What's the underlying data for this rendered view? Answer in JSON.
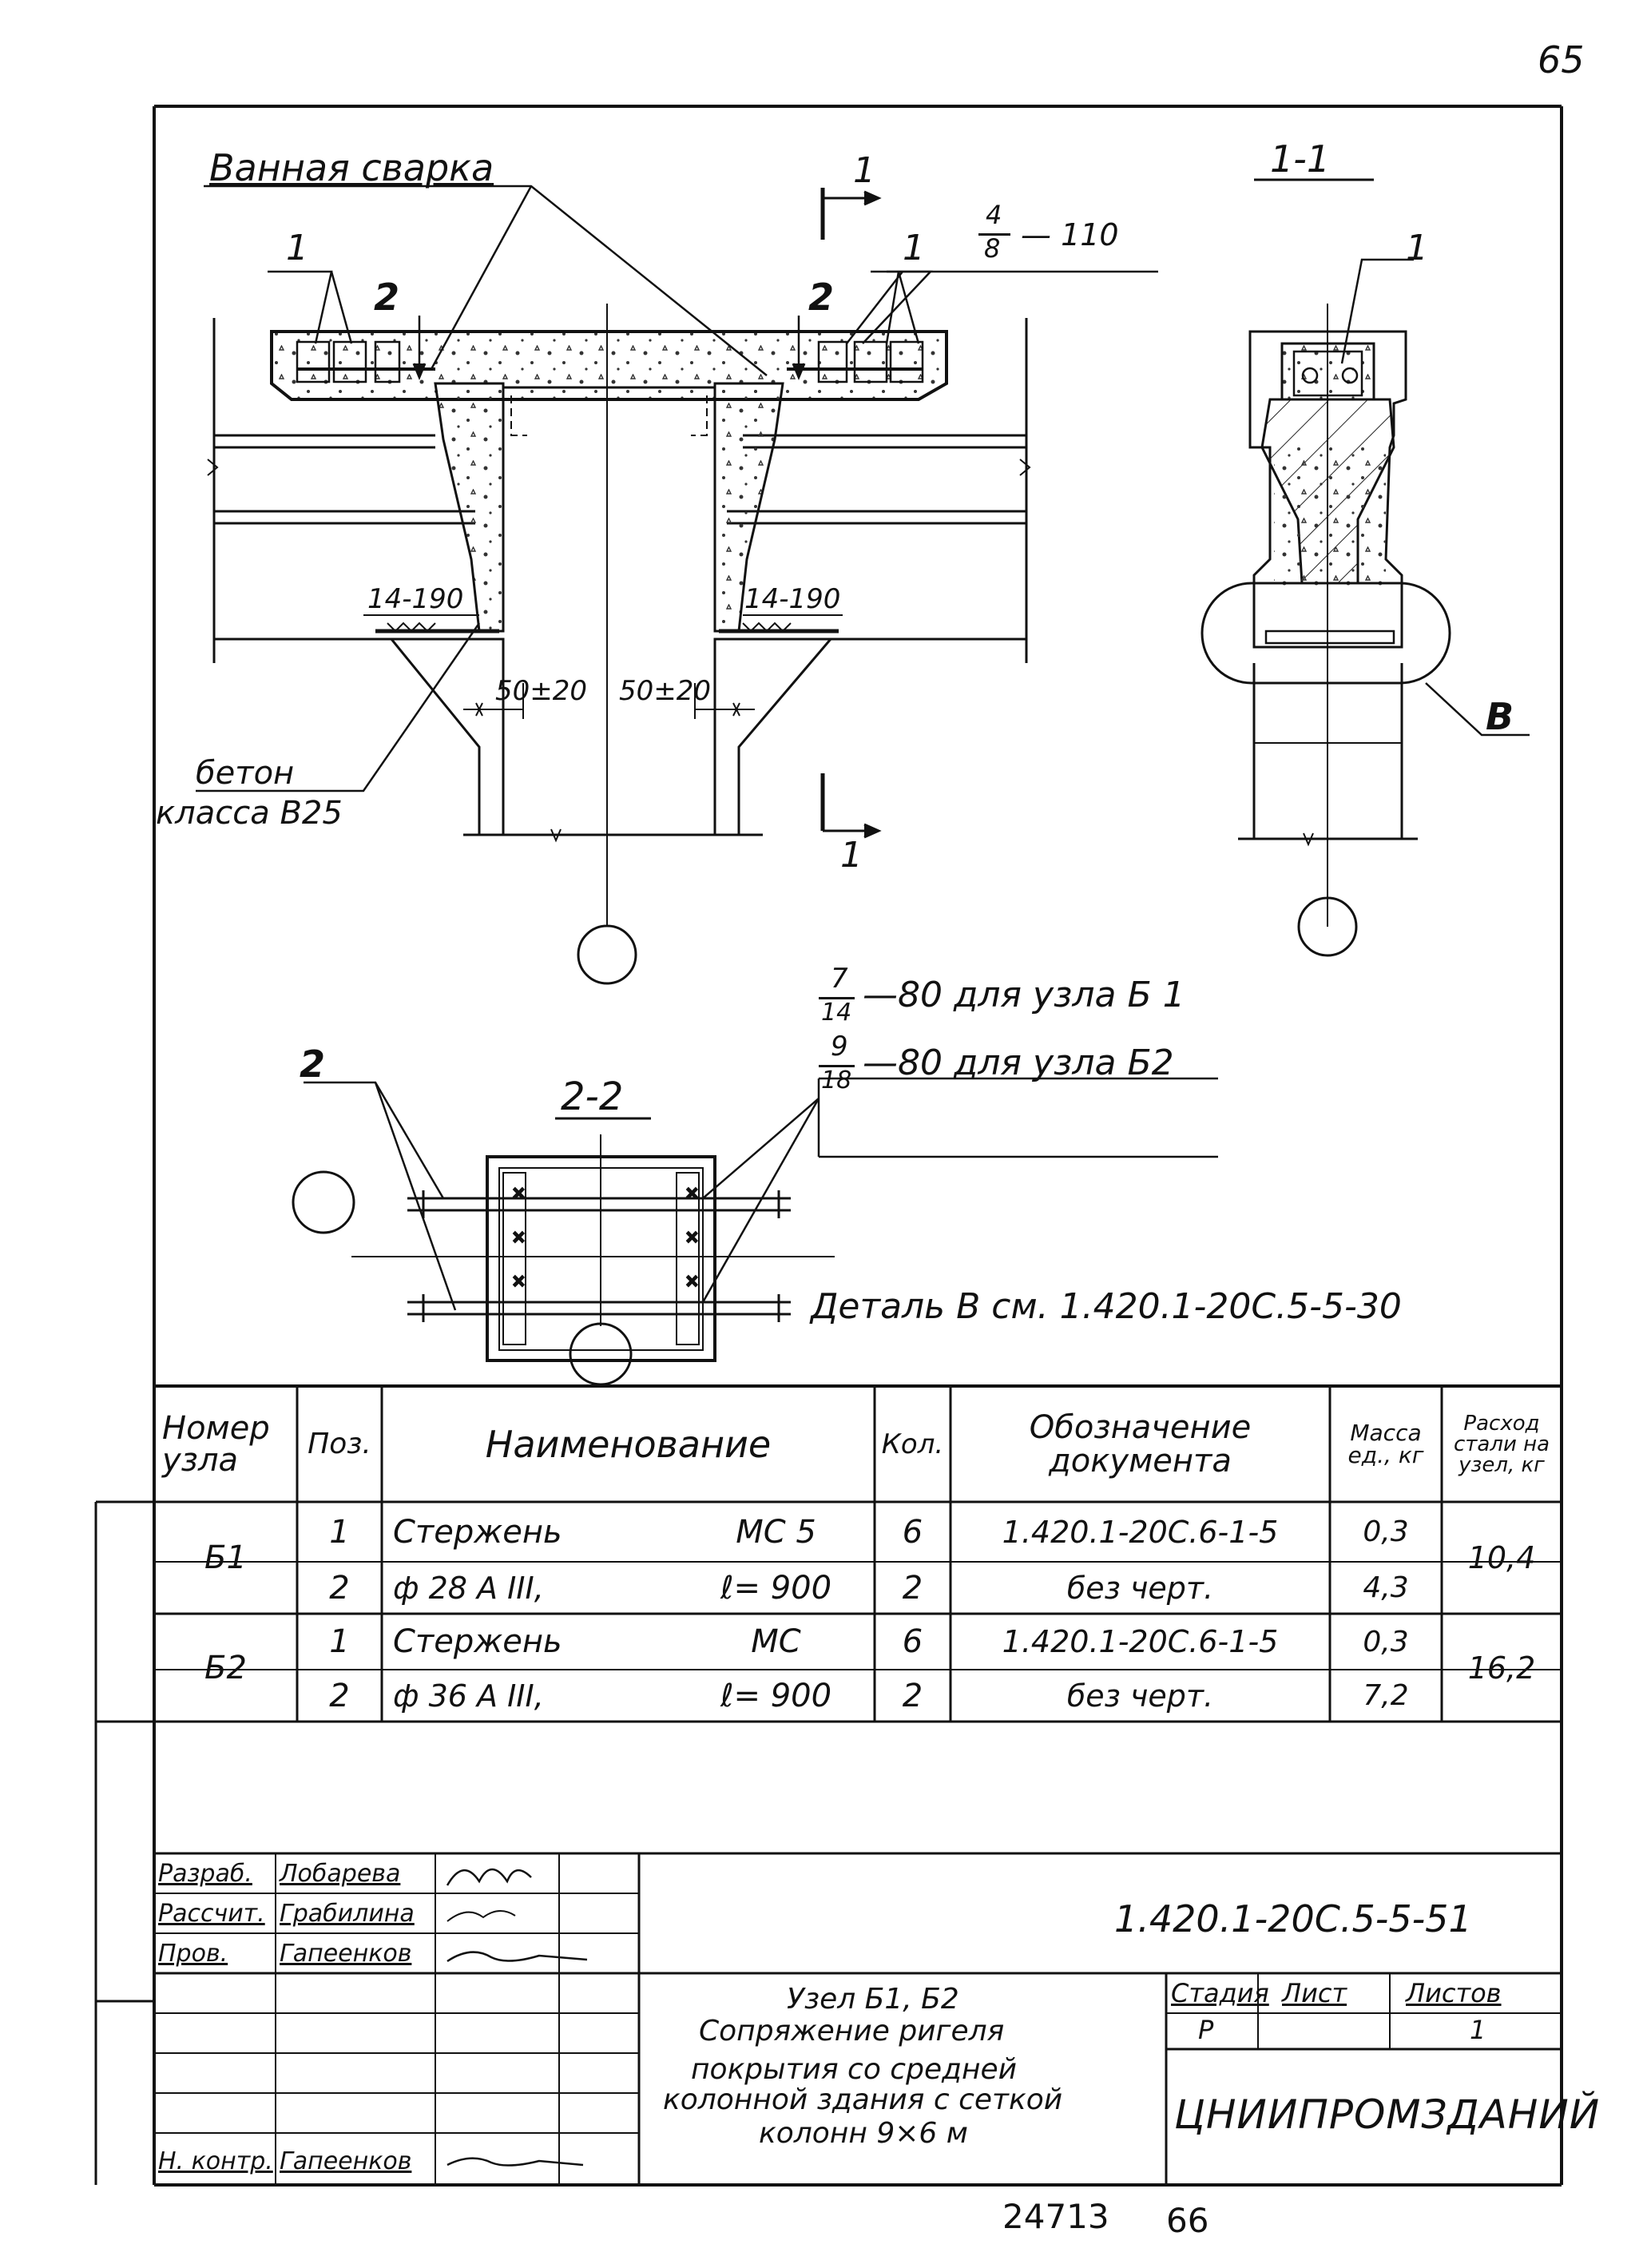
{
  "page": {
    "page_number": "65",
    "footer_left": "24713",
    "footer_right": "66"
  },
  "drawing": {
    "label_welding": "Ванная сварка",
    "label_concrete_line1": "бетон",
    "label_concrete_line2": "класса В25",
    "section_1_1": "1-1",
    "section_2_2": "2-2",
    "section_mark": "1",
    "callouts": {
      "pos1_left": "1",
      "pos2_left": "2",
      "pos2_right": "2",
      "pos1_right": "1",
      "frac_top": "4",
      "frac_bottom": "8",
      "frac_suffix": "— 110",
      "sec11_pos1": "1",
      "detail_b": "В",
      "sec22_pos2": "2"
    },
    "dims": {
      "left_weld": "14-190",
      "right_weld": "14-190",
      "left_gap": "50±20",
      "right_gap": "50±20"
    },
    "weld_notes": [
      {
        "top": "7",
        "bottom": "14",
        "suffix": "—80 для узла Б 1"
      },
      {
        "top": "9",
        "bottom": "18",
        "suffix": "—80 для узла Б2"
      }
    ],
    "detail_ref": "Деталь В см. 1.420.1-20С.5-5-30"
  },
  "table": {
    "headers": {
      "node": "Номер узла",
      "pos": "Поз.",
      "name": "Наименование",
      "qty": "Кол.",
      "doc": "Обозначение документа",
      "mass": "Масса ед., кг",
      "steel": "Расход стали на узел, кг"
    },
    "rows": [
      {
        "node": "Б1",
        "pos": "1",
        "name": "Стержень",
        "mark": "МС 5",
        "qty": "6",
        "doc": "1.420.1-20С.6-1-5",
        "mass": "0,3",
        "steel": "10,4"
      },
      {
        "node": "",
        "pos": "2",
        "name": "ф 28 А III,",
        "mark": "ℓ= 900",
        "qty": "2",
        "doc": "без черт.",
        "mass": "4,3",
        "steel": ""
      },
      {
        "node": "Б2",
        "pos": "1",
        "name": "Стержень",
        "mark": "МС",
        "qty": "6",
        "doc": "1.420.1-20С.6-1-5",
        "mass": "0,3",
        "steel": "16,2"
      },
      {
        "node": "",
        "pos": "2",
        "name": "ф 36 А III,",
        "mark": "ℓ= 900",
        "qty": "2",
        "doc": "без черт.",
        "mass": "7,2",
        "steel": ""
      }
    ]
  },
  "title_block": {
    "roles": [
      {
        "role": "Разраб.",
        "name": "Лобарева"
      },
      {
        "role": "Рассчит.",
        "name": "Грабилина"
      },
      {
        "role": "Пров.",
        "name": "Гапеенков"
      },
      {
        "role": "",
        "name": ""
      },
      {
        "role": "",
        "name": ""
      },
      {
        "role": "",
        "name": ""
      },
      {
        "role": "",
        "name": ""
      },
      {
        "role": "Н. контр.",
        "name": "Гапеенков"
      }
    ],
    "doc_code": "1.420.1-20С.5-5-51",
    "title_lines": [
      "Узел Б1, Б2",
      "Сопряжение ригеля",
      "покрытия со средней",
      "колонной здания с сеткой",
      "колонн 9×6 м"
    ],
    "stage_label": "Стадия",
    "sheet_label": "Лист",
    "sheets_label": "Листов",
    "stage": "Р",
    "sheet": "",
    "sheets": "1",
    "org": "ЦНИИПРОМЗДАНИЙ"
  }
}
